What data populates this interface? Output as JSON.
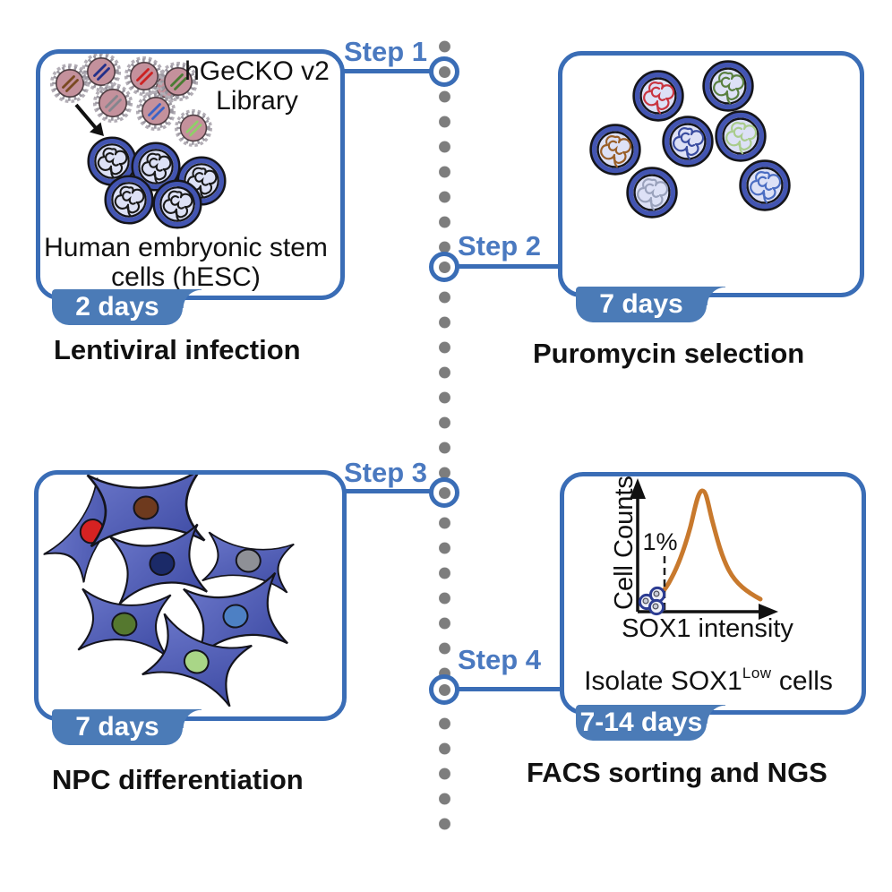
{
  "figure": {
    "type": "workflow-diagram",
    "timeline_axis": "vertical-dotted"
  },
  "colors": {
    "accent_blue": "#3a6db6",
    "badge_blue": "#4b7bb7",
    "step_label_blue": "#4a79c0",
    "timeline_dot_gray": "#7d7d7d",
    "histogram_curve_orange": "#c8792d",
    "colony_ring_indigo": "#4355b2",
    "colony_fill_lavender": "#dde1f6",
    "virus_body_pink": "#c4919c",
    "npc_body_blue": "#4d5ab2"
  },
  "steps": [
    {
      "label": "Step 1",
      "duration": "2 days",
      "caption": "Lentiviral infection",
      "panel": {
        "library_label_line1": "hGeCKO v2",
        "library_label_line2": "Library",
        "cells_label_line1": "Human embryonic stem",
        "cells_label_line2": "cells (hESC)",
        "virus_line_colors": [
          "#85858d",
          "#7a4a22",
          "#23308a",
          "#cc2222",
          "#4a7c33",
          "#85858d",
          "#3c63c6",
          "#8ed068"
        ],
        "colony_color": "#1a1a1a"
      }
    },
    {
      "label": "Step 2",
      "duration": "7 days",
      "caption": "Puromycin selection",
      "panel": {
        "colony_colors": [
          "#c93540",
          "#5a8040",
          "#9a5f28",
          "#3a4da0",
          "#a9cc8c",
          "#9aa2bc",
          "#4b6dc2"
        ]
      }
    },
    {
      "label": "Step 3",
      "duration": "7 days",
      "caption": "NPC differentiation",
      "panel": {
        "nucleus_colors": [
          "#d62222",
          "#6e3a1e",
          "#1b2a68",
          "#8e9096",
          "#55782f",
          "#4d80c4",
          "#a9d687"
        ]
      }
    },
    {
      "label": "Step 4",
      "duration": "7-14 days",
      "caption": "FACS sorting and NGS",
      "panel": {
        "chart": {
          "type": "area",
          "ylabel": "Cell Counts",
          "xlabel": "SOX1 intensity",
          "gate_label": "1%",
          "curve_color": "#c8792d",
          "sorted_population": "cells below 1% gate at low SOX1 intensity"
        },
        "annotation_prefix": "Isolate SOX1",
        "annotation_sup": "Low",
        "annotation_suffix": " cells"
      }
    }
  ]
}
